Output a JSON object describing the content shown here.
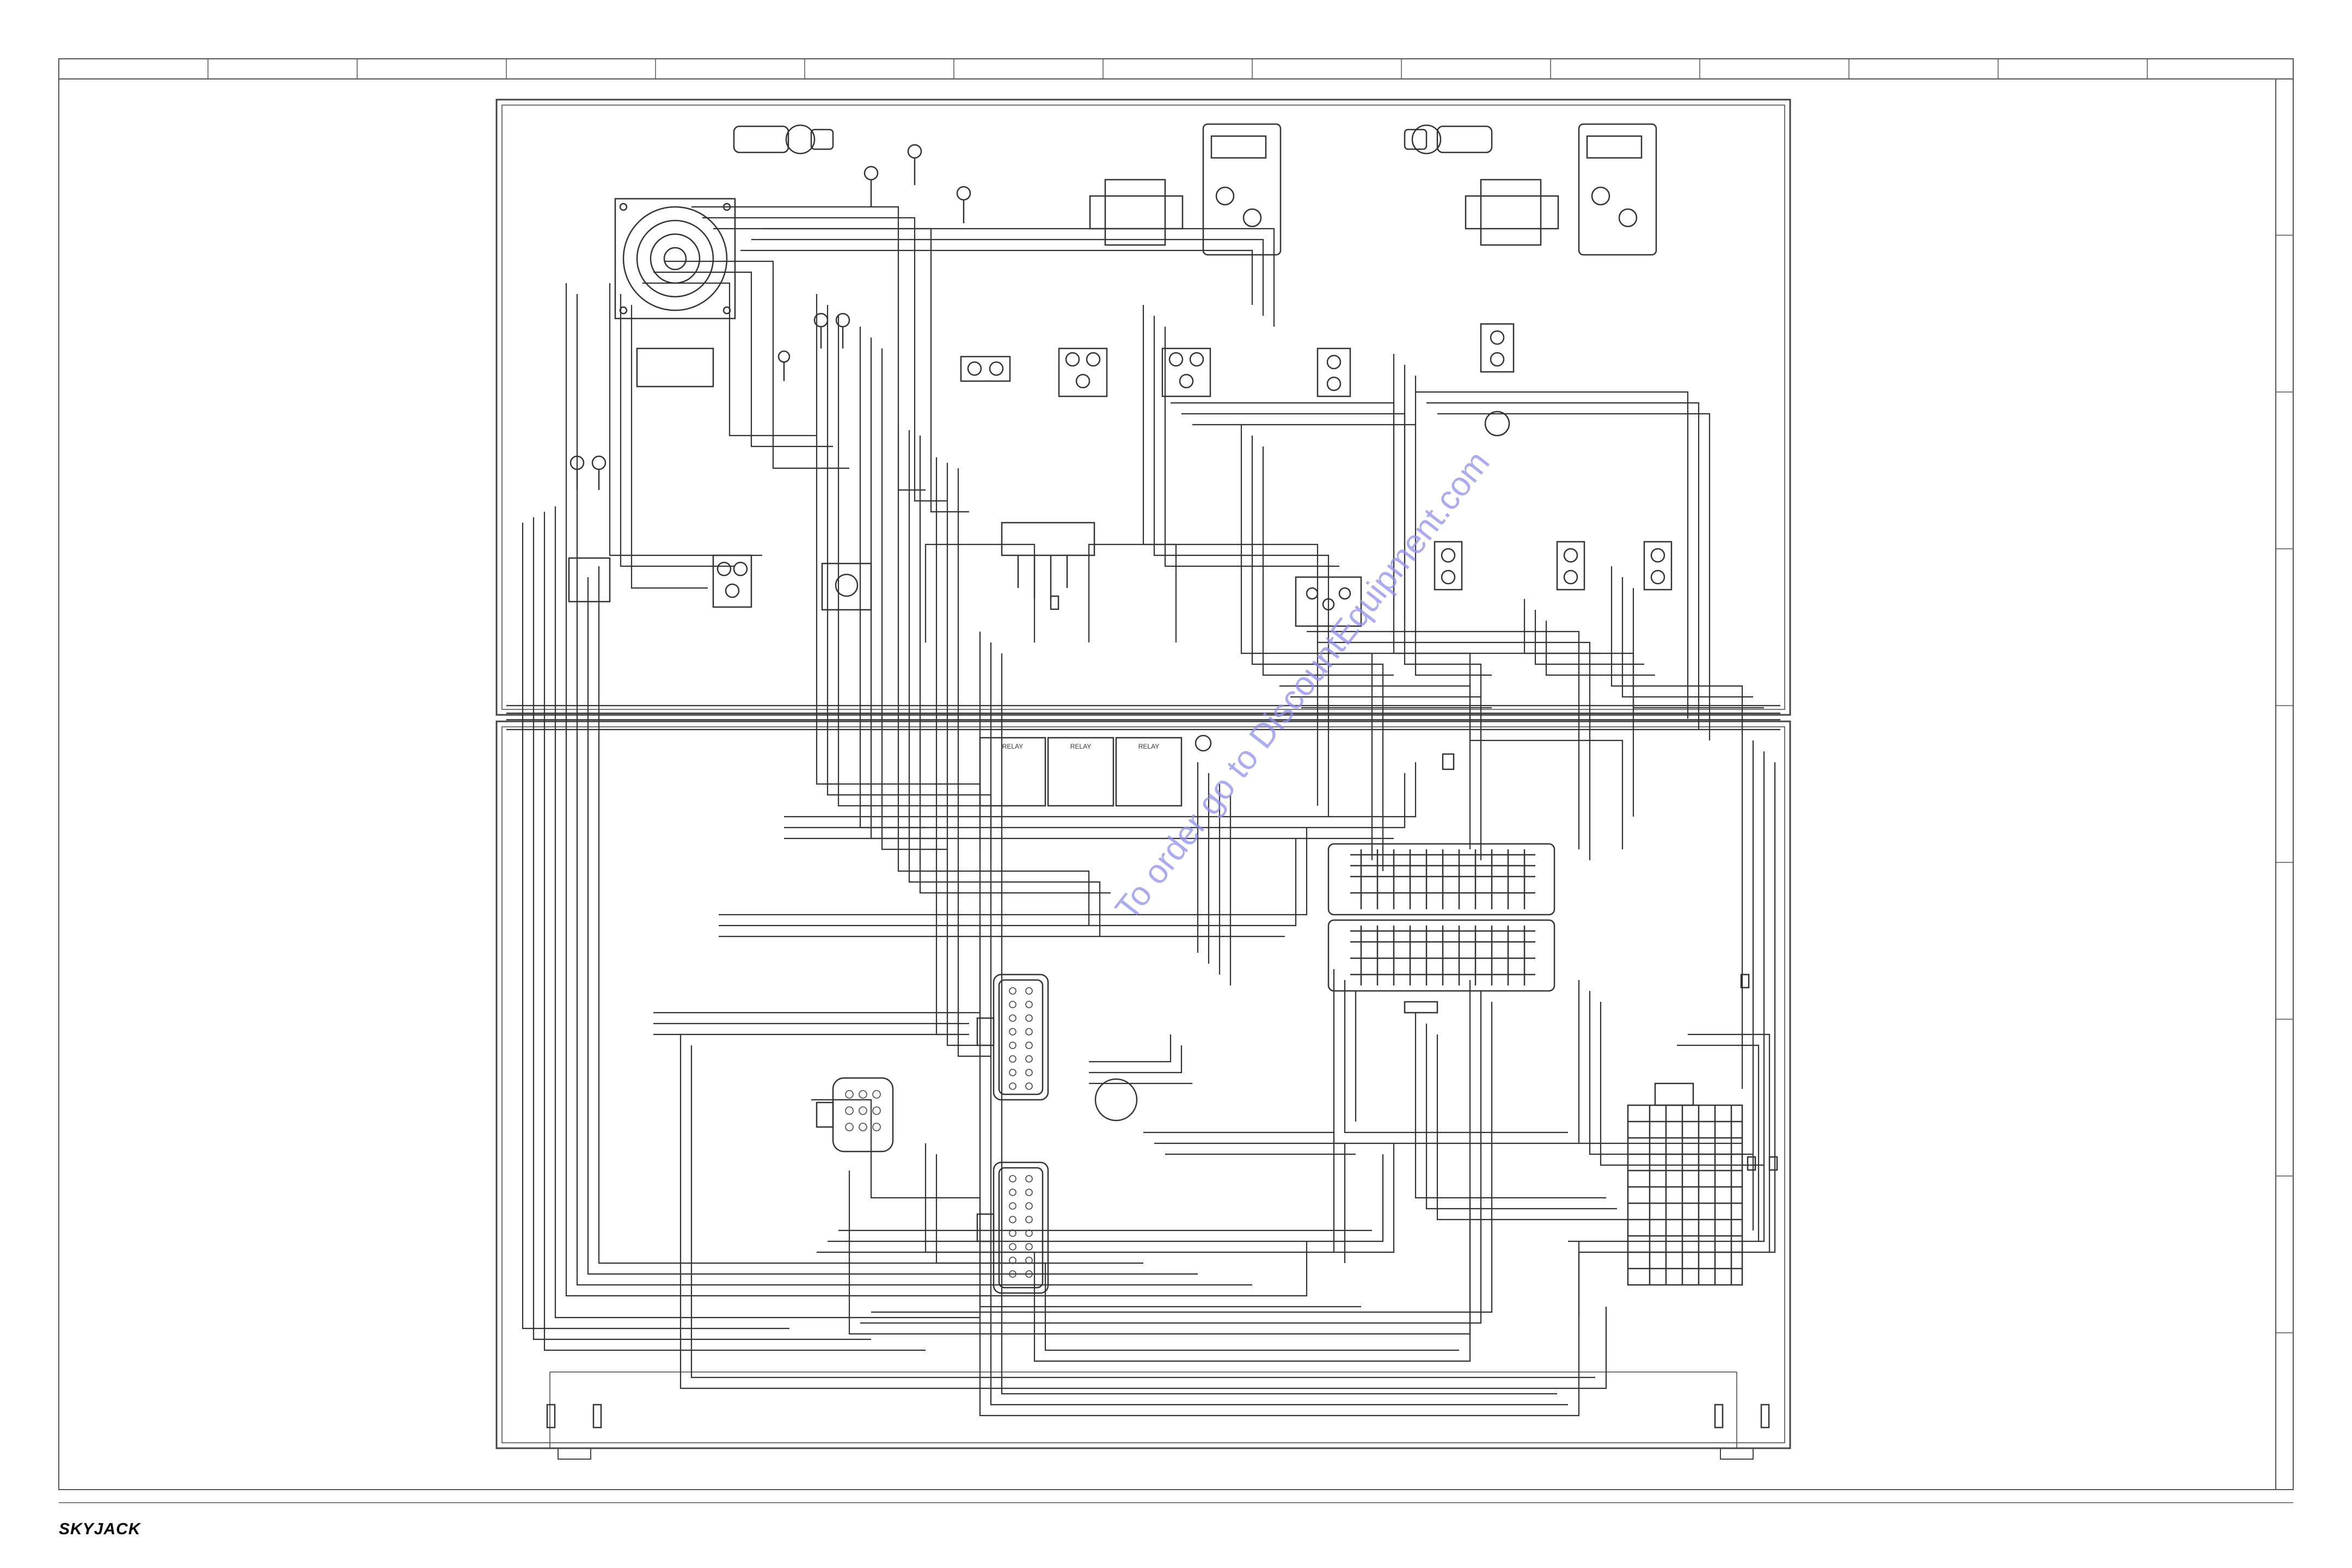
{
  "sheet": {
    "watermark": "To order go to DiscountEquipment.com",
    "brand_logo": "SKYJACK"
  },
  "components": {
    "relay_label": "RELAY",
    "icons": [
      "speaker-icon",
      "key-switch-icon",
      "circuit-board-icon",
      "connector-icon",
      "relay-icon",
      "terminal-block-icon",
      "ring-terminal-icon",
      "diode-icon"
    ]
  },
  "colors": {
    "line": "#333333",
    "frame": "#555555",
    "watermark": "#8f8ff0"
  }
}
